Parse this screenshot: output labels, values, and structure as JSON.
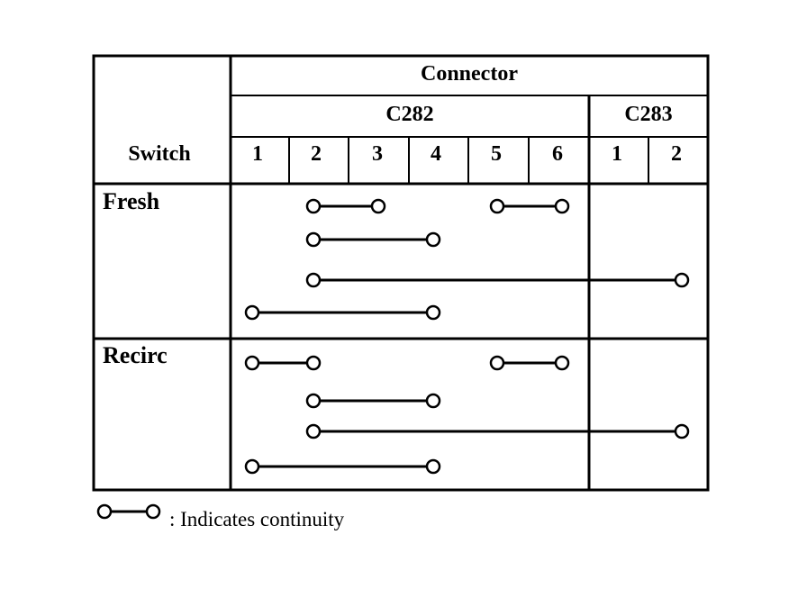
{
  "header": {
    "group_title": "Connector",
    "switch_label": "Switch",
    "connectors": [
      {
        "name": "C282",
        "pins": [
          "1",
          "2",
          "3",
          "4",
          "5",
          "6"
        ]
      },
      {
        "name": "C283",
        "pins": [
          "1",
          "2"
        ]
      }
    ]
  },
  "rows": [
    {
      "label": "Fresh",
      "continuity": [
        [
          {
            "connector": "C282",
            "pin": "2"
          },
          {
            "connector": "C282",
            "pin": "3"
          }
        ],
        [
          {
            "connector": "C282",
            "pin": "5"
          },
          {
            "connector": "C282",
            "pin": "6"
          }
        ],
        [
          {
            "connector": "C282",
            "pin": "2"
          },
          {
            "connector": "C282",
            "pin": "4"
          }
        ],
        [
          {
            "connector": "C282",
            "pin": "2"
          },
          {
            "connector": "C283",
            "pin": "2"
          }
        ],
        [
          {
            "connector": "C282",
            "pin": "1"
          },
          {
            "connector": "C282",
            "pin": "4"
          }
        ]
      ]
    },
    {
      "label": "Recirc",
      "continuity": [
        [
          {
            "connector": "C282",
            "pin": "1"
          },
          {
            "connector": "C282",
            "pin": "2"
          }
        ],
        [
          {
            "connector": "C282",
            "pin": "5"
          },
          {
            "connector": "C282",
            "pin": "6"
          }
        ],
        [
          {
            "connector": "C282",
            "pin": "2"
          },
          {
            "connector": "C282",
            "pin": "4"
          }
        ],
        [
          {
            "connector": "C282",
            "pin": "2"
          },
          {
            "connector": "C283",
            "pin": "2"
          }
        ],
        [
          {
            "connector": "C282",
            "pin": "1"
          },
          {
            "connector": "C282",
            "pin": "4"
          }
        ]
      ]
    }
  ],
  "legend": {
    "text": ": Indicates continuity",
    "icon": "continuity-symbol"
  }
}
